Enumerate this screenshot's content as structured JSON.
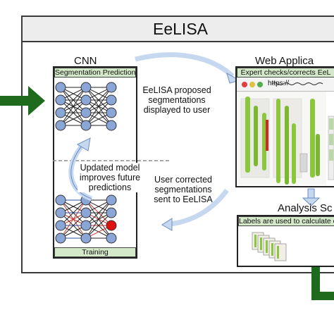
{
  "title": "EeLISA",
  "cnn": {
    "heading": "CNN",
    "top_bar": "Segmentation Prediction",
    "bottom_bar": "Training",
    "update_caption": [
      "Updated model",
      "improves future",
      "predictions"
    ]
  },
  "flow": {
    "proposed_caption": [
      "EeLISA proposed",
      "segmentations",
      "displayed to user"
    ],
    "corrected_caption": [
      "User corrected",
      "segmentations",
      "sent to EeLISA"
    ]
  },
  "web_app": {
    "heading": "Web Applica",
    "bar": "Expert checks/corrects EeL",
    "url": "https://"
  },
  "analysis": {
    "heading": "Analysis Sc",
    "bar": "Labels are used to calculate c"
  },
  "colors": {
    "accent_green": "#1e6b1e",
    "bar_green": "#d4e9c9",
    "arrow_blue": "#c5d8ef",
    "node_blue": "#8aa6d6",
    "node_red": "#e01010",
    "leaf_green": "#8cc63f"
  }
}
